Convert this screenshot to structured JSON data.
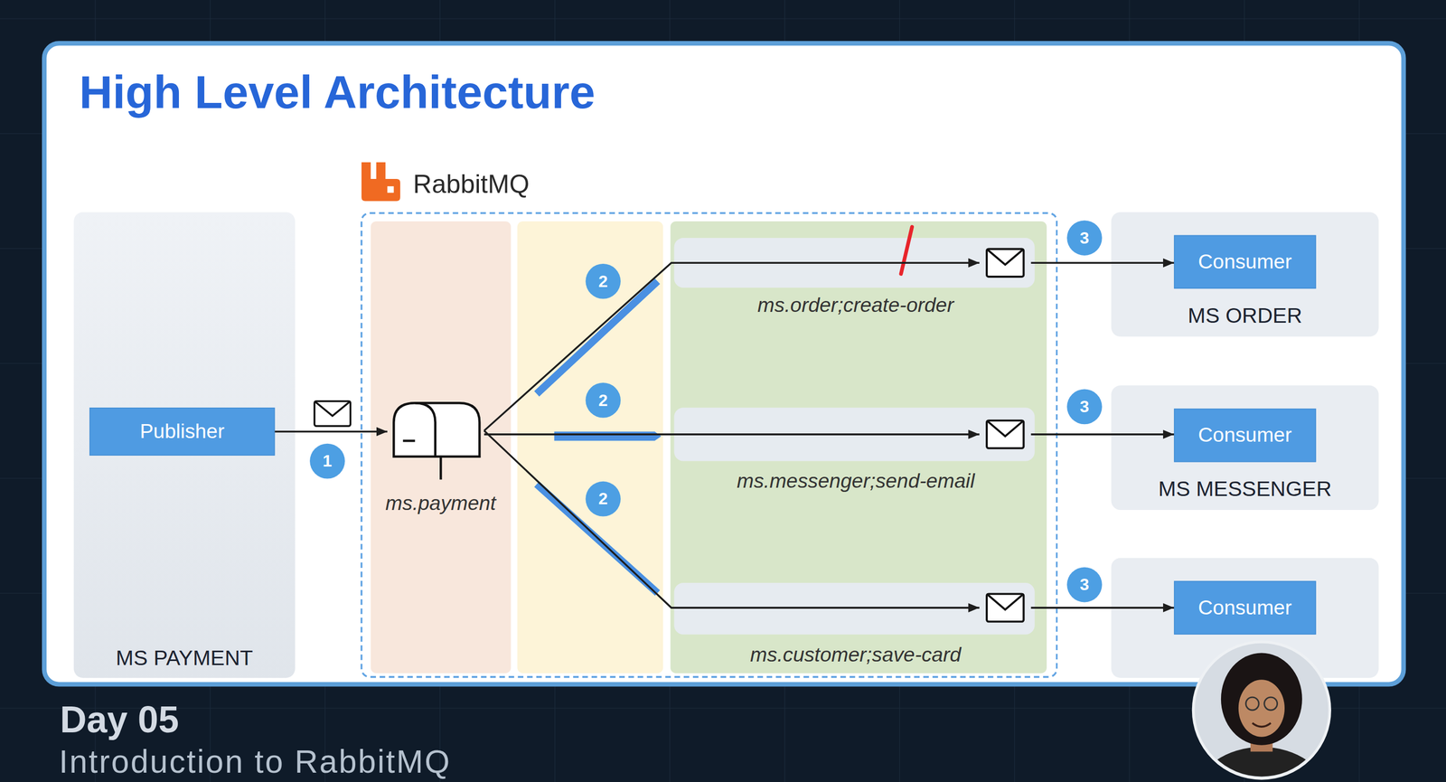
{
  "diagram": {
    "title": "High Level Architecture",
    "nodes": [
      {
        "text": [
          "MS PAYMENT"
        ]
      },
      {
        "text": [
          "Publisher"
        ],
        "in": 0
      },
      {
        "text": [
          "RabbitMQ"
        ]
      },
      {
        "text": [
          "ms.payment"
        ],
        "in": 2
      },
      {
        "text": [
          "ms.order;create-order"
        ],
        "in": 2
      },
      {
        "text": [
          "ms.messenger;send-email"
        ],
        "in": 2
      },
      {
        "text": [
          "ms.customer;save-card"
        ],
        "in": 2
      },
      {
        "text": [
          "MS ORDER"
        ]
      },
      {
        "text": [
          "Consumer"
        ],
        "in": 7
      },
      {
        "text": [
          "MS MESSENGER"
        ]
      },
      {
        "text": [
          "Consumer"
        ],
        "in": 9
      },
      {
        "text": [
          "Consumer"
        ]
      }
    ],
    "edges": [
      {
        "from": 1,
        "to": 3,
        "arrow": "to"
      },
      {
        "from": 3,
        "to": 4,
        "arrow": "to"
      },
      {
        "from": 3,
        "to": 5,
        "arrow": "to"
      },
      {
        "from": 3,
        "to": 6,
        "arrow": "to"
      },
      {
        "from": 4,
        "to": 8,
        "arrow": "to"
      },
      {
        "from": 5,
        "to": 10,
        "arrow": "to"
      },
      {
        "from": 6,
        "to": 11,
        "arrow": "to"
      }
    ],
    "labels": [
      "1",
      "2",
      "2",
      "2",
      "3",
      "3",
      "3",
      "Day 05",
      "Introduction to RabbitMQ"
    ]
  }
}
